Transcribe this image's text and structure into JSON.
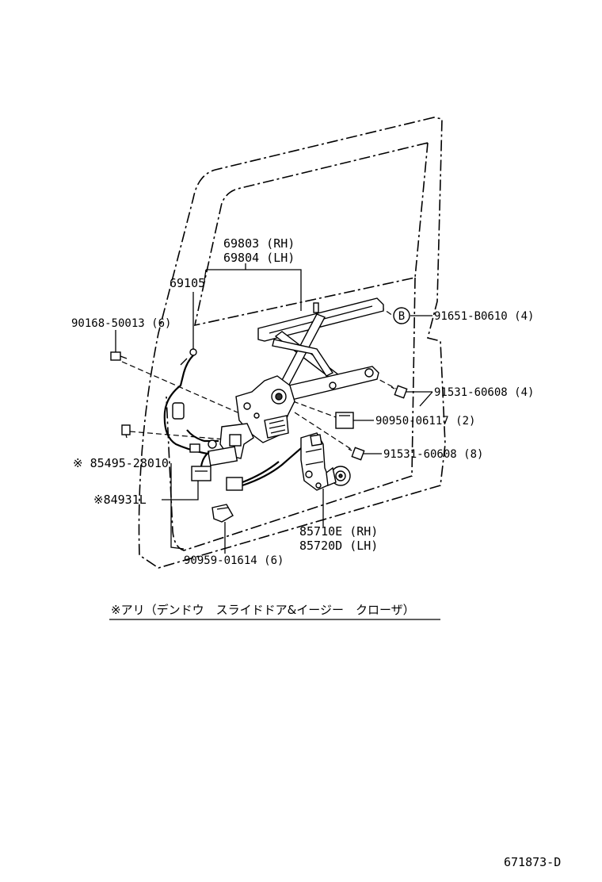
{
  "labels": {
    "reg_rh": "69803 (RH)",
    "reg_lh": "69804 (LH)",
    "cable": "69105",
    "screw_left": "90168-50013 (6)",
    "bolt_b": "91651-B0610 (4)",
    "bolt_upper": "91531-60608 (4)",
    "clip": "90950-06117 (2)",
    "bolt_lower": "91531-60608 (8)",
    "switch_85495": "※ 85495-28010",
    "switch_84931": "※84931L",
    "motor_rh": "85710E (RH)",
    "motor_lh": "85720D (LH)",
    "clamp": "90959-01614 (6)",
    "b_marker": "B"
  },
  "footnote": "※アリ（デンドウ　スライドドア&イージー　クローザ）",
  "diagram_id": "671873-D"
}
